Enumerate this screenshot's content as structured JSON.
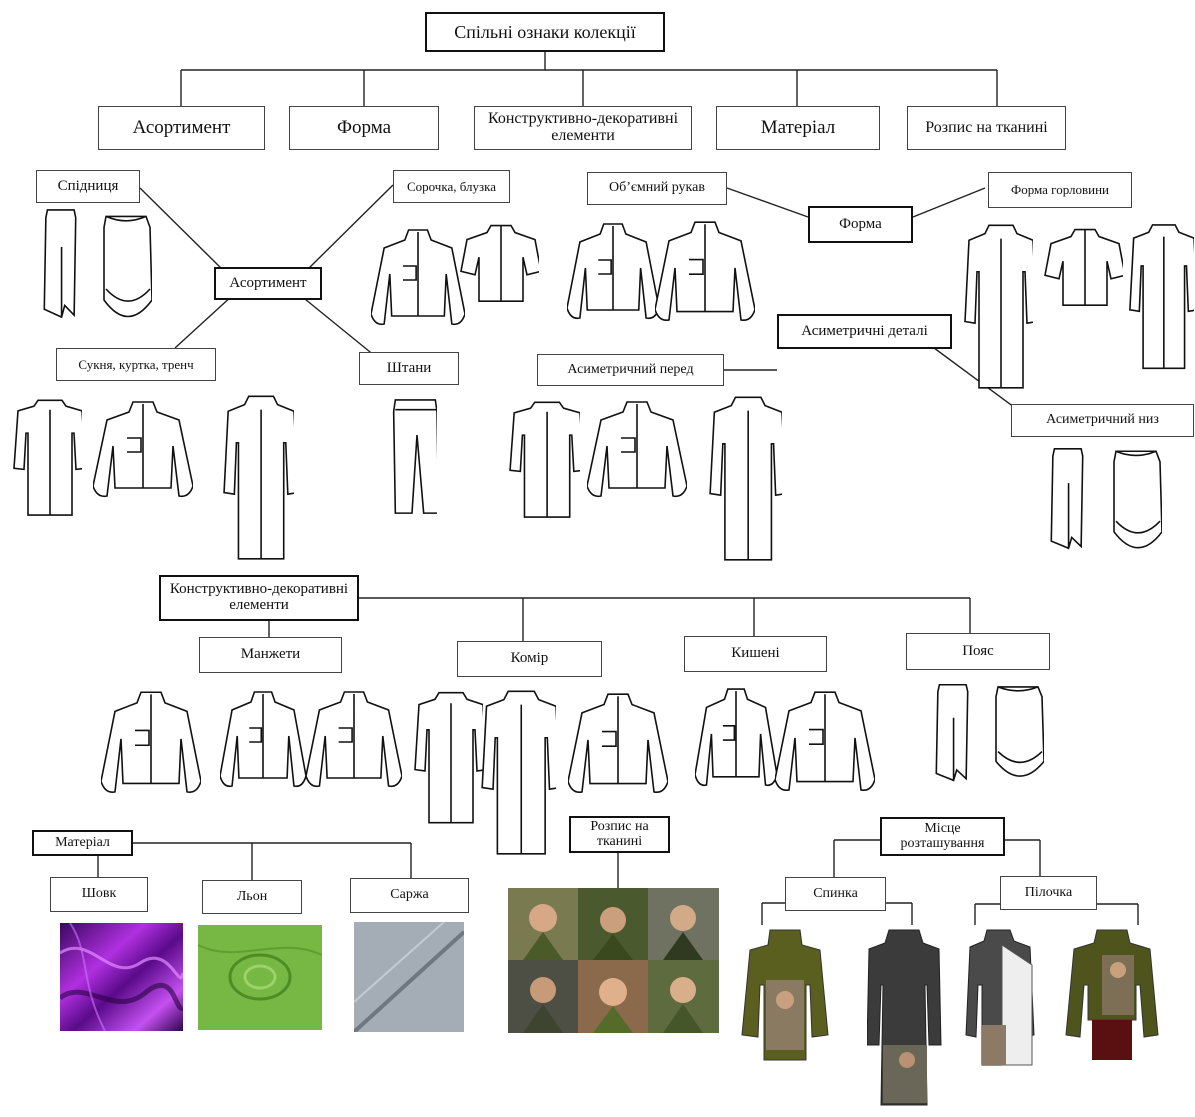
{
  "root": "Спільні ознаки колекції",
  "categories": [
    "Асортимент",
    "Форма",
    "Конструктивно-декоративні елементи",
    "Матеріал",
    "Розпис на тканині"
  ],
  "assortment": {
    "title": "Асортимент",
    "items": [
      "Спідниця",
      "Сорочка, блузка",
      "Сукня, куртка, тренч",
      "Штани"
    ]
  },
  "form": {
    "title": "Форма",
    "items": [
      "Об’ємний рукав",
      "Форма горловини",
      "Асиметричні деталі",
      "Асиметричний перед",
      "Асиметричний низ"
    ]
  },
  "constructive": {
    "title": "Конструктивно-декоративні елементи",
    "items": [
      "Манжети",
      "Комір",
      "Кишені",
      "Пояс"
    ]
  },
  "material": {
    "title": "Матеріал",
    "items": [
      "Шовк",
      "Льон",
      "Саржа"
    ],
    "colors": [
      "#6a0f9e",
      "#6fb33f",
      "#9aa3ab"
    ]
  },
  "painting": {
    "title": "Розпис на тканині"
  },
  "placement": {
    "title": "Місце розташування",
    "items": [
      "Спинка",
      "Пілочка"
    ]
  }
}
